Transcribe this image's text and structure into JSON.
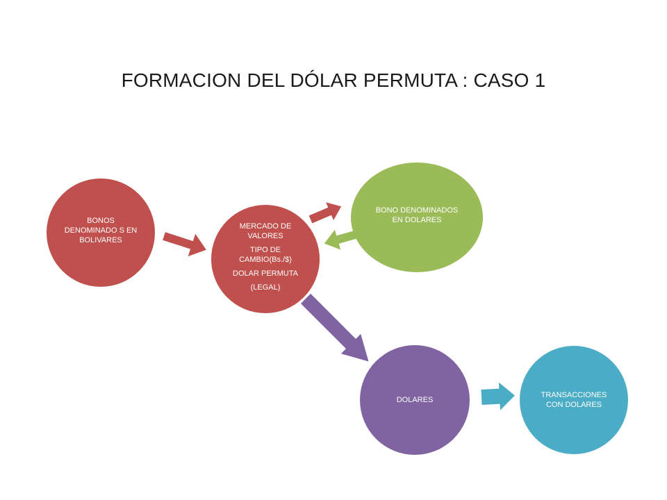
{
  "title": "FORMACION DEL DÓLAR PERMUTA : CASO 1",
  "colors": {
    "red": "#c0504d",
    "green": "#9bbb59",
    "purple": "#8064a2",
    "teal": "#4bacc6",
    "text_on_shape": "#ffffff"
  },
  "nodes": {
    "bonos_bolivares": {
      "lines": [
        "BONOS",
        "DENOMINADO S EN",
        "BOLIVARES"
      ]
    },
    "mercado_valores": {
      "line1": "MERCADO DE",
      "line2": "VALORES",
      "line3": "TIPO DE",
      "line4": "CAMBIO(Bs./$)",
      "line5": "DOLAR PERMUTA",
      "line6": "(LEGAL)"
    },
    "bono_dolares": {
      "lines": [
        "BONO DENOMINADOS",
        "EN DOLARES"
      ]
    },
    "dolares": {
      "label": "DOLARES"
    },
    "transacciones": {
      "lines": [
        "TRANSACCIONES",
        "CON DOLARES"
      ]
    }
  }
}
